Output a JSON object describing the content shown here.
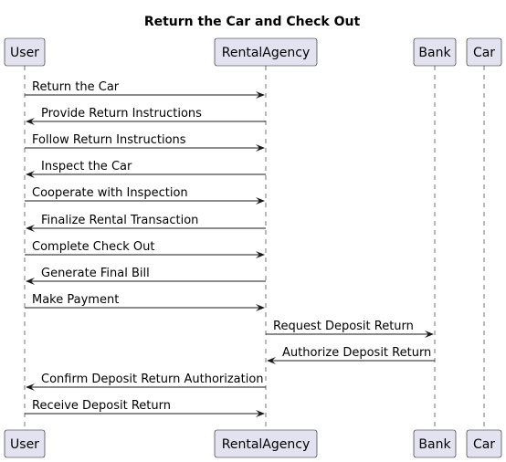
{
  "diagram": {
    "title": "Return the Car and Check Out",
    "participants": [
      {
        "id": "user",
        "label": "User"
      },
      {
        "id": "agency",
        "label": "RentalAgency"
      },
      {
        "id": "bank",
        "label": "Bank"
      },
      {
        "id": "car",
        "label": "Car"
      }
    ],
    "messages": [
      {
        "from": "user",
        "to": "agency",
        "label": "Return the Car"
      },
      {
        "from": "agency",
        "to": "user",
        "label": "Provide Return Instructions"
      },
      {
        "from": "user",
        "to": "agency",
        "label": "Follow Return Instructions"
      },
      {
        "from": "agency",
        "to": "user",
        "label": "Inspect the Car"
      },
      {
        "from": "user",
        "to": "agency",
        "label": "Cooperate with Inspection"
      },
      {
        "from": "agency",
        "to": "user",
        "label": "Finalize Rental Transaction"
      },
      {
        "from": "user",
        "to": "agency",
        "label": "Complete Check Out"
      },
      {
        "from": "agency",
        "to": "user",
        "label": "Generate Final Bill"
      },
      {
        "from": "user",
        "to": "agency",
        "label": "Make Payment"
      },
      {
        "from": "agency",
        "to": "bank",
        "label": "Request Deposit Return"
      },
      {
        "from": "bank",
        "to": "agency",
        "label": "Authorize Deposit Return"
      },
      {
        "from": "agency",
        "to": "user",
        "label": "Confirm Deposit Return Authorization"
      },
      {
        "from": "user",
        "to": "agency",
        "label": "Receive Deposit Return"
      }
    ]
  }
}
